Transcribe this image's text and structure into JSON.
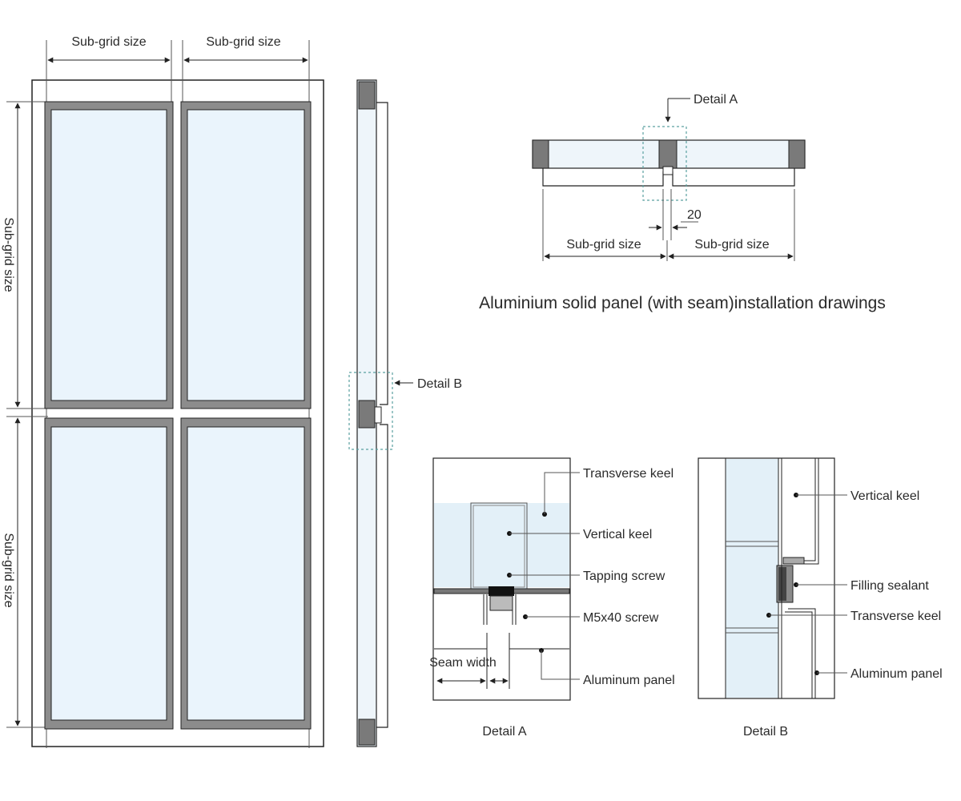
{
  "elevation": {
    "sub_grid_h_1": "Sub-grid size",
    "sub_grid_h_2": "Sub-grid size",
    "sub_grid_v_1": "Sub-grid size",
    "sub_grid_v_2": "Sub-grid size"
  },
  "section": {
    "detail_b_callout": "Detail B"
  },
  "plan": {
    "detail_a_callout": "Detail A",
    "seam_dimension": "20",
    "sub_grid_left": "Sub-grid size",
    "sub_grid_right": "Sub-grid size",
    "title": "Aluminium solid panel (with seam)installation drawings"
  },
  "detail_a": {
    "caption": "Detail A",
    "labels": [
      "Transverse keel",
      "Vertical keel",
      "Tapping screw",
      "M5x40 screw",
      "Aluminum panel"
    ],
    "seam_width": "Seam width"
  },
  "detail_b": {
    "caption": "Detail B",
    "labels": [
      "Vertical keel",
      "Filling sealant",
      "Transverse keel",
      "Aluminum panel"
    ]
  }
}
